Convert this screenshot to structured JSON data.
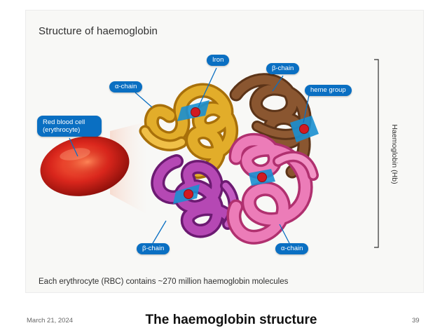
{
  "figure": {
    "title": "Structure of haemoglobin",
    "caption": "Each erythrocyte (RBC) contains ~270 million haemoglobin molecules",
    "labels": {
      "iron": "Iron",
      "alpha_top": "α-chain",
      "beta_top": "β-chain",
      "red_blood_cell": "Red blood cell (erythrocyte)",
      "heme_group": "heme group",
      "beta_bottom": "β-chain",
      "alpha_bottom": "α-chain"
    },
    "bracket_label": "Haemoglobin (Hb)",
    "colors": {
      "label_bg": "#0a6fc2",
      "alpha_chain_top": "#e0a61c",
      "beta_chain_top": "#7a4a26",
      "beta_chain_bottom": "#a23aa3",
      "alpha_chain_bottom": "#e06fae",
      "heme_plate": "#1a8fd0",
      "iron": "#d11a22",
      "erythrocyte": "#d9261c"
    }
  },
  "footer": {
    "date": "March 21, 2024",
    "title": "The haemoglobin structure",
    "page": "39"
  }
}
